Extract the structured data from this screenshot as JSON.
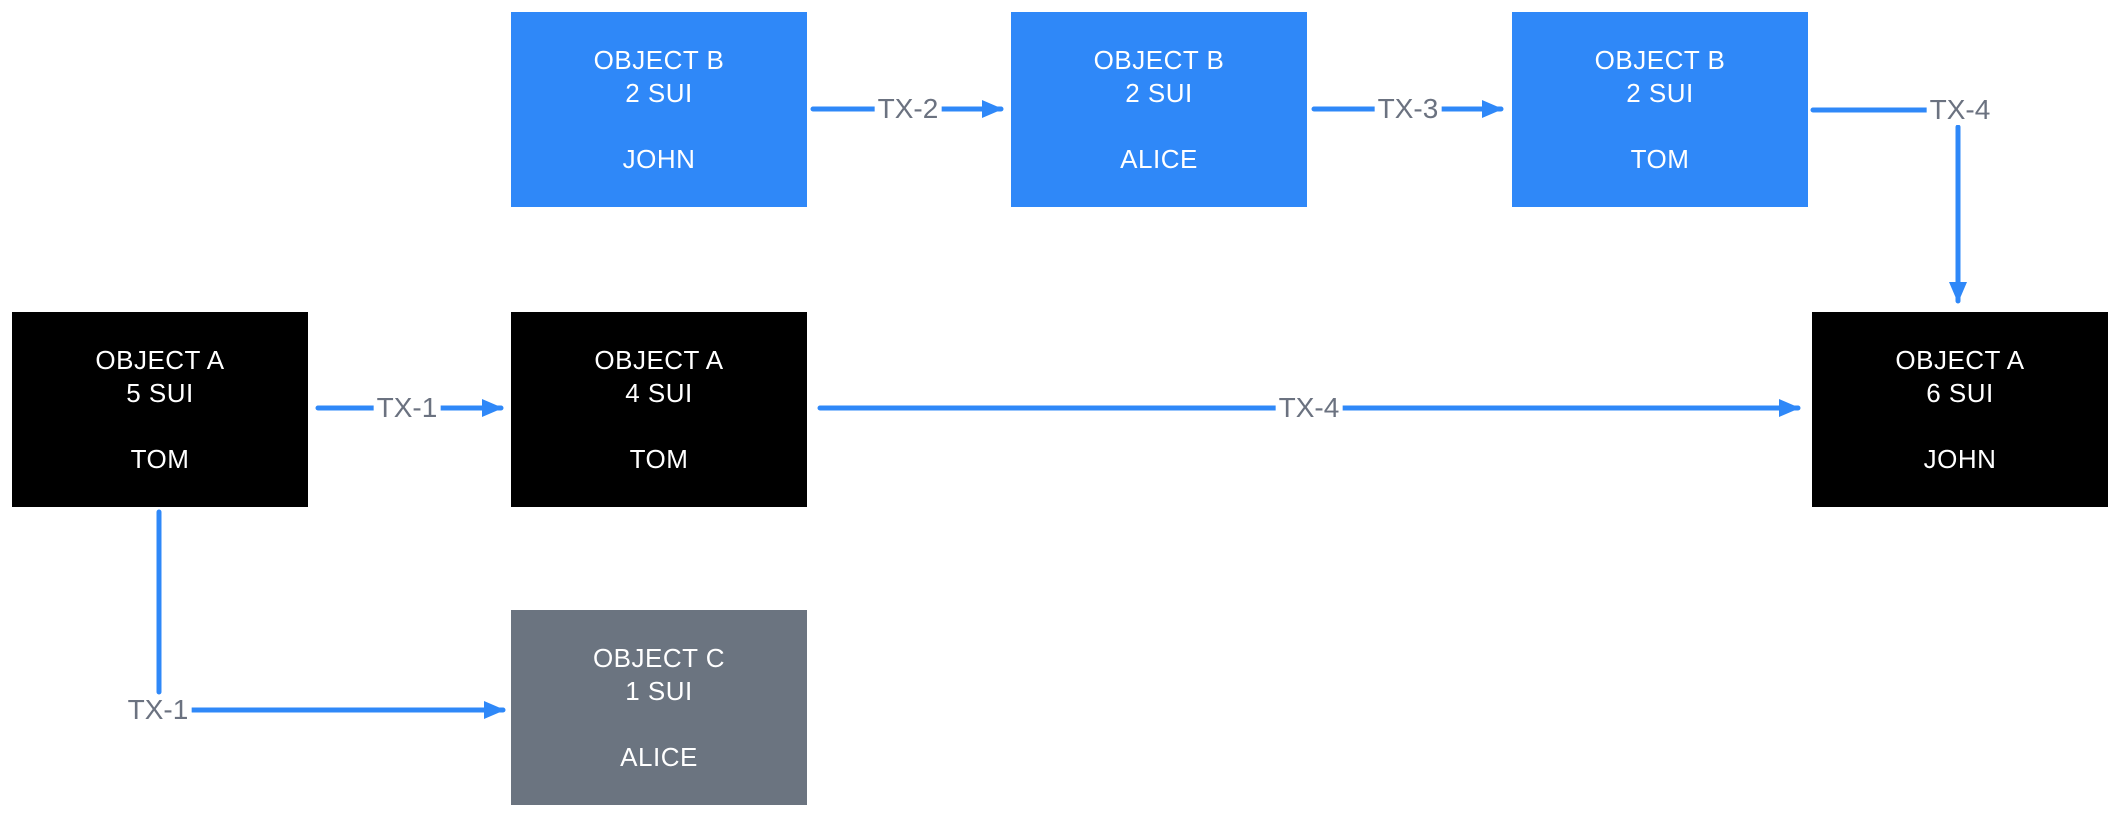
{
  "diagram": {
    "description": "SUI object ownership flow diagram",
    "colors": {
      "node_blue": "#2F88F8",
      "node_black": "#000000",
      "node_gray": "#6B7480",
      "arrow_blue": "#2F88F8",
      "edge_label_gray": "#6B7280",
      "node_text": "#FFFFFF",
      "background": "#FFFFFF"
    },
    "nodes": [
      {
        "id": "object-b-john",
        "title": "OBJECT B",
        "amount": "2 SUI",
        "owner": "JOHN",
        "variant": "blue"
      },
      {
        "id": "object-b-alice",
        "title": "OBJECT B",
        "amount": "2 SUI",
        "owner": "ALICE",
        "variant": "blue"
      },
      {
        "id": "object-b-tom",
        "title": "OBJECT B",
        "amount": "2 SUI",
        "owner": "TOM",
        "variant": "blue"
      },
      {
        "id": "object-a-5-tom",
        "title": "OBJECT A",
        "amount": "5 SUI",
        "owner": "TOM",
        "variant": "black"
      },
      {
        "id": "object-a-4-tom",
        "title": "OBJECT A",
        "amount": "4 SUI",
        "owner": "TOM",
        "variant": "black"
      },
      {
        "id": "object-a-6-john",
        "title": "OBJECT A",
        "amount": "6 SUI",
        "owner": "JOHN",
        "variant": "black"
      },
      {
        "id": "object-c-alice",
        "title": "OBJECT C",
        "amount": "1 SUI",
        "owner": "ALICE",
        "variant": "gray"
      }
    ],
    "edges": [
      {
        "label": "TX-1",
        "from": "object-a-5-tom",
        "to": "object-a-4-tom"
      },
      {
        "label": "TX-1",
        "from": "object-a-5-tom",
        "to": "object-c-alice"
      },
      {
        "label": "TX-2",
        "from": "object-b-john",
        "to": "object-b-alice"
      },
      {
        "label": "TX-3",
        "from": "object-b-alice",
        "to": "object-b-tom"
      },
      {
        "label": "TX-4",
        "from": "object-b-tom",
        "to": "object-a-6-john"
      },
      {
        "label": "TX-4",
        "from": "object-a-4-tom",
        "to": "object-a-6-john"
      }
    ]
  }
}
